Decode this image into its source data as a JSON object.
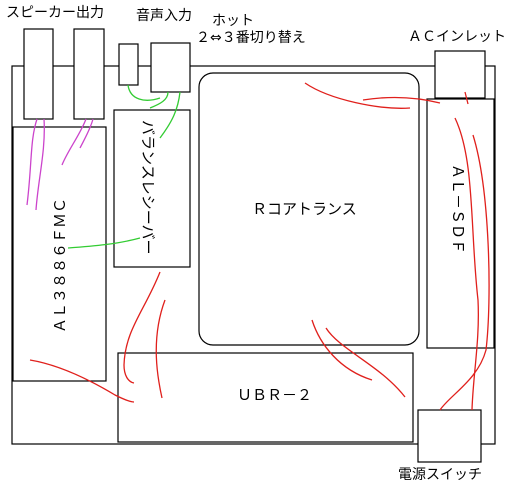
{
  "labels": {
    "speaker_out": "スピーカー出力",
    "audio_in": "音声入力",
    "hot_line1": "ホット",
    "hot_line2": "２⇔３番切り替え",
    "ac_inlet": "ＡＣインレット",
    "power_switch": "電源スイッチ",
    "amp_module": "ＡＬ３８８６ＦＭＣ",
    "balance_receiver": "バランスレシーバー",
    "transformer": "Ｒコアトランス",
    "sdf_module": "ＡＬ－ＳＤＦ",
    "rectifier": "ＵＢＲ－２"
  },
  "colors": {
    "outline": "#000000",
    "power_wire": "#e0201c",
    "signal_wire": "#33cc33",
    "speaker_wire": "#cc44cc"
  }
}
